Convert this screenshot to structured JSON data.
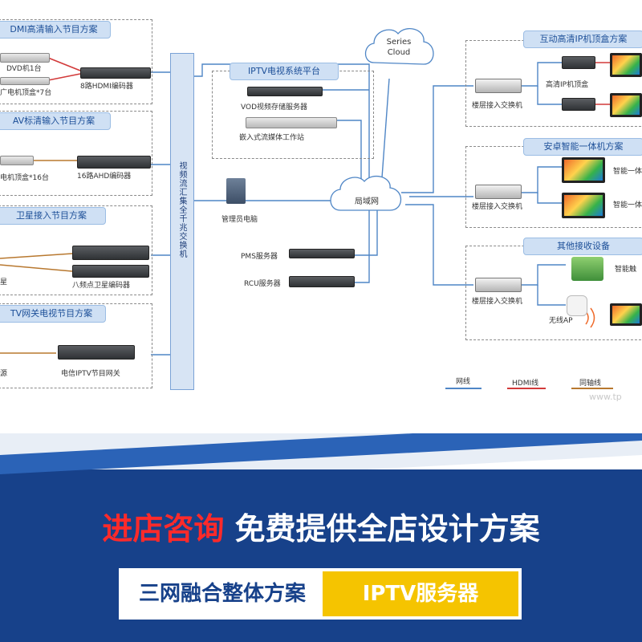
{
  "colors": {
    "accent_blue": "#1d4f98",
    "line_blue": "#4f86c6",
    "hdmi_red": "#d23a3a",
    "coax_orange": "#b8782f",
    "footer_blue": "#17418a",
    "highlight_yellow": "#f5c400",
    "headline_red": "#ff2a2a"
  },
  "diagram": {
    "sections": {
      "hdmi": {
        "title": "DMI高清输入节目方案",
        "dvd": "DVD机1台",
        "settop": "广电机顶盒*7台",
        "encoder": "8路HDMI编码器"
      },
      "av": {
        "title": "AV标清输入节目方案",
        "settop": "电机顶盒*16台",
        "encoder": "16路AHD编码器"
      },
      "sat": {
        "title": "卫星接入节目方案",
        "left": "星",
        "encoder": "八频点卫星编码器"
      },
      "iptv_gw": {
        "title": "TV网关电视节目方案",
        "left": "源",
        "gateway": "电信IPTV节目网关"
      }
    },
    "core_switch": "视频流汇集全千兆交换机",
    "platform": {
      "title": "IPTV电视系统平台",
      "vod": "VOD视频存储服务器",
      "stream": "嵌入式流媒体工作站"
    },
    "cloud": "Series Cloud",
    "lan": "局域网",
    "admin_pc": "管理员电脑",
    "pms": "PMS服务器",
    "rcu": "RCU服务器",
    "right": {
      "ip_stb": {
        "title": "互动高清IP机顶盒方案",
        "switch": "楼层接入交换机",
        "stb": "高清IP机顶盒"
      },
      "android": {
        "title": "安卓智能一体机方案",
        "switch": "楼层接入交换机",
        "tv1": "智能一体",
        "tv2": "智能一体"
      },
      "other": {
        "title": "其他接收设备",
        "switch": "楼层接入交换机",
        "touch": "智能触",
        "ap": "无线AP"
      }
    },
    "legend": {
      "net": "网线",
      "hdmi": "HDMI线",
      "coax": "同轴线"
    },
    "watermark": "www.tp"
  },
  "footer": {
    "headline_red": "进店咨询",
    "headline_white": "免费提供全店设计方案",
    "tag_left": "三网融合整体方案",
    "tag_right": "IPTV服务器"
  }
}
